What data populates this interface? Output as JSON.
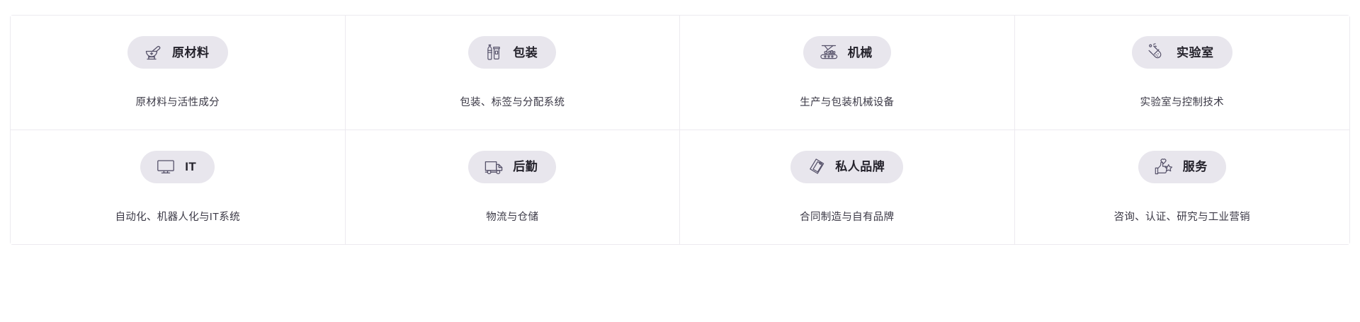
{
  "grid": {
    "columns": 4,
    "rows": 2,
    "pill_background": "#e8e6ed",
    "border_color": "#eceaef",
    "label_color": "#24222b",
    "description_color": "#3b3946",
    "icon_stroke_color": "#56526a",
    "cells": [
      {
        "label": "原材料",
        "description": "原材料与活性成分",
        "icon": "mortar-pestle-icon"
      },
      {
        "label": "包装",
        "description": "包装、标签与分配系统",
        "icon": "dropper-bottle-jar-icon"
      },
      {
        "label": "机械",
        "description": "生产与包装机械设备",
        "icon": "robotic-arm-conveyor-icon"
      },
      {
        "label": "实验室",
        "description": "实验室与控制技术",
        "icon": "test-tube-icon"
      },
      {
        "label": "IT",
        "description": "自动化、机器人化与IT系统",
        "icon": "monitor-icon"
      },
      {
        "label": "后勤",
        "description": "物流与仓储",
        "icon": "delivery-truck-icon"
      },
      {
        "label": "私人品牌",
        "description": "合同制造与自有品牌",
        "icon": "price-tag-icon"
      },
      {
        "label": "服务",
        "description": "咨询、认证、研究与工业营销",
        "icon": "thumbs-up-heart-star-icon"
      }
    ]
  }
}
